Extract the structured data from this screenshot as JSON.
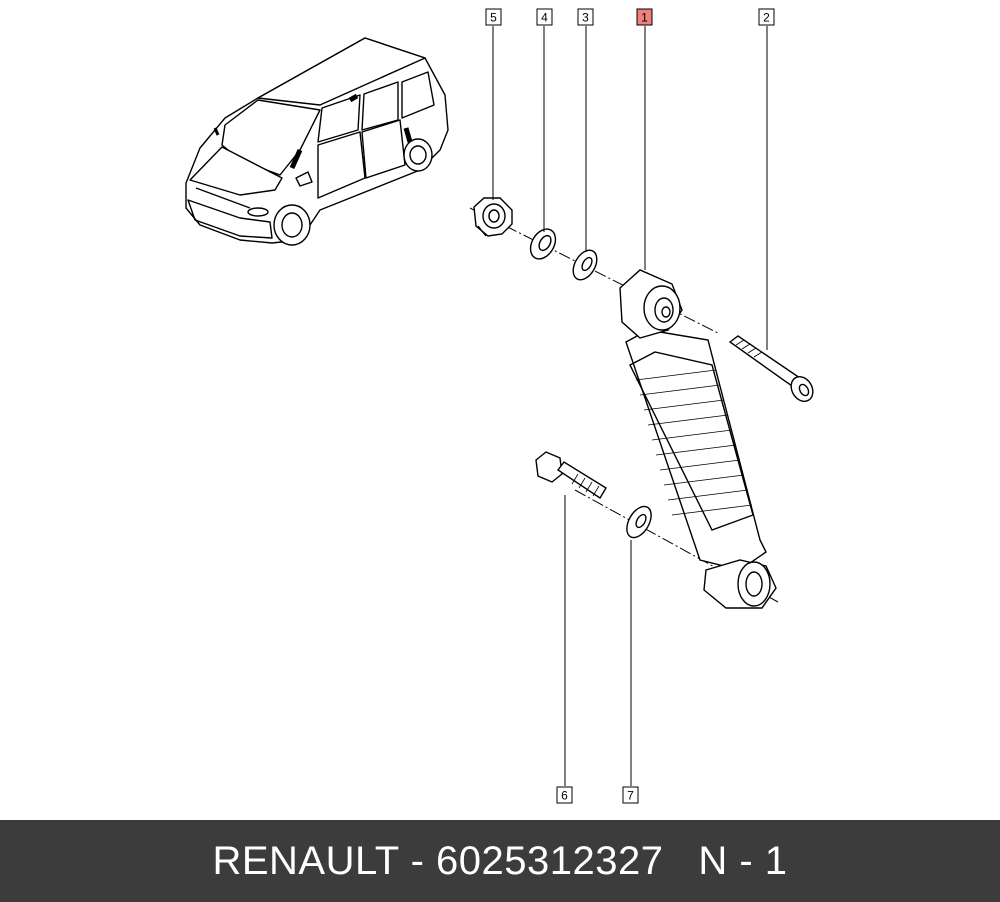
{
  "callouts": [
    {
      "id": "1",
      "label": "1",
      "highlighted": true
    },
    {
      "id": "2",
      "label": "2",
      "highlighted": false
    },
    {
      "id": "3",
      "label": "3",
      "highlighted": false
    },
    {
      "id": "4",
      "label": "4",
      "highlighted": false
    },
    {
      "id": "5",
      "label": "5",
      "highlighted": false
    },
    {
      "id": "6",
      "label": "6",
      "highlighted": false
    },
    {
      "id": "7",
      "label": "7",
      "highlighted": false
    }
  ],
  "footer": {
    "text": "RENAULT - 6025312327   N - 1"
  },
  "colors": {
    "footer_bg": "#3c3c3c",
    "highlight": "#f08080",
    "line": "#000000"
  }
}
